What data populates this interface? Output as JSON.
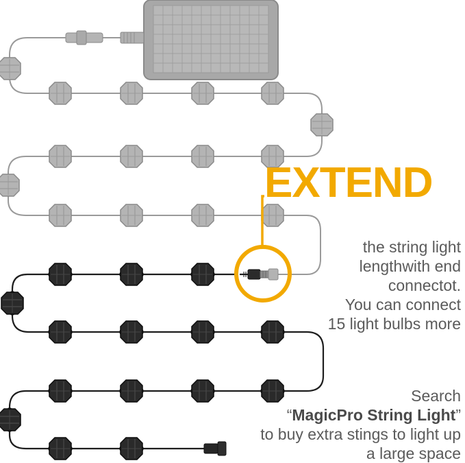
{
  "headline": "EXTEND",
  "description": {
    "lines": [
      "the string light",
      "lengthwith end",
      "connectot.",
      "You can connect",
      "15 light bulbs more"
    ]
  },
  "search_note": {
    "line1": "Search",
    "quote_open": "“",
    "brand": "MagicPro String Light",
    "quote_close": "”",
    "line3": "to buy extra stings to light up",
    "line4": "a large space"
  },
  "colors": {
    "accent": "#f2a900",
    "existing_string": "#9a9a9a",
    "extension_string": "#1e1e1e",
    "text": "#5b5b5b"
  },
  "icons": [
    "solar-panel-icon",
    "bulb-icon",
    "connector-icon",
    "end-cap-icon"
  ]
}
